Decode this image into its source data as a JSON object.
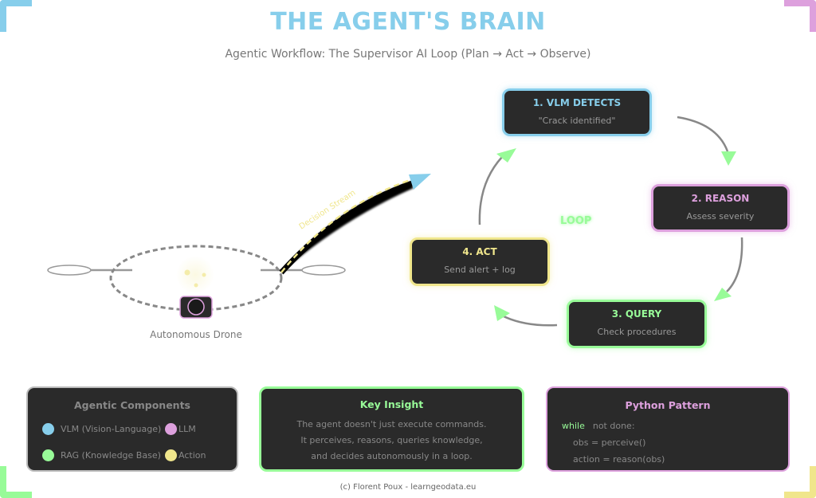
{
  "header": {
    "title": "THE AGENT'S BRAIN",
    "subtitle": "Agentic Workflow: The Supervisor AI Loop (Plan → Act → Observe)"
  },
  "colors": {
    "vlm": "#87ceeb",
    "llm": "#dda0dd",
    "rag": "#98fb98",
    "action": "#f0e68c",
    "node_bg": "#2a2a2a"
  },
  "loop": {
    "label": "LOOP",
    "nodes": [
      {
        "title": "1. VLM DETECTS",
        "subtitle": "\"Crack identified\""
      },
      {
        "title": "2. REASON",
        "subtitle": "Assess severity"
      },
      {
        "title": "3. QUERY",
        "subtitle": "Check procedures"
      },
      {
        "title": "4. ACT",
        "subtitle": "Send alert + log"
      }
    ]
  },
  "drone": {
    "label": "Autonomous Drone",
    "stream_label": "Decision Stream"
  },
  "panels": {
    "components": {
      "title": "Agentic Components",
      "items": [
        {
          "label": "VLM (Vision-Language)",
          "color": "#87ceeb"
        },
        {
          "label": "LLM",
          "color": "#dda0dd"
        },
        {
          "label": "RAG (Knowledge Base)",
          "color": "#98fb98"
        },
        {
          "label": "Action",
          "color": "#f0e68c"
        }
      ]
    },
    "insight": {
      "title": "Key Insight",
      "lines": [
        "The agent doesn't just execute commands.",
        "It perceives, reasons, queries knowledge,",
        "and decides autonomously in a loop."
      ]
    },
    "python": {
      "title": "Python Pattern",
      "keyword": "while",
      "line1_rest": "not done:",
      "line2": "obs = perceive()",
      "line3": "action = reason(obs)"
    }
  },
  "footer": "(c) Florent Poux - learngeodata.eu"
}
